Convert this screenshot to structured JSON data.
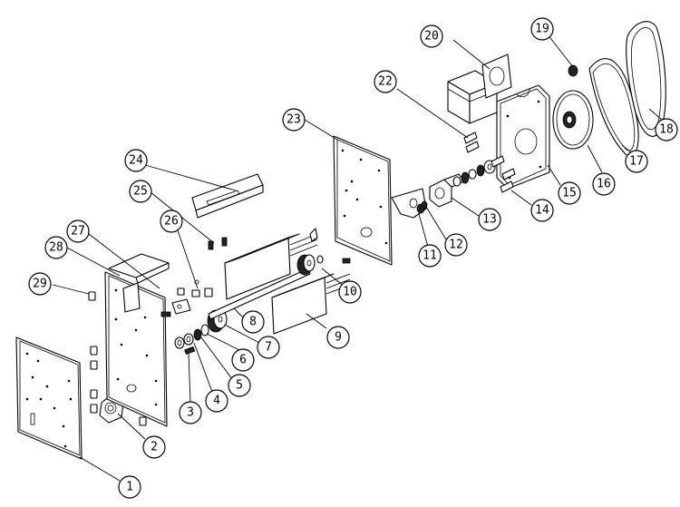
{
  "callouts": [
    {
      "label": "1"
    },
    {
      "label": "2"
    },
    {
      "label": "3"
    },
    {
      "label": "4"
    },
    {
      "label": "5"
    },
    {
      "label": "6"
    },
    {
      "label": "7"
    },
    {
      "label": "8"
    },
    {
      "label": "9"
    },
    {
      "label": "10"
    },
    {
      "label": "11"
    },
    {
      "label": "12"
    },
    {
      "label": "13"
    },
    {
      "label": "14"
    },
    {
      "label": "15"
    },
    {
      "label": "16"
    },
    {
      "label": "17"
    },
    {
      "label": "18"
    },
    {
      "label": "19"
    },
    {
      "label": "20"
    },
    {
      "label": "22"
    },
    {
      "label": "23"
    },
    {
      "label": "24"
    },
    {
      "label": "25"
    },
    {
      "label": "26"
    },
    {
      "label": "27"
    },
    {
      "label": "28"
    },
    {
      "label": "29"
    }
  ]
}
